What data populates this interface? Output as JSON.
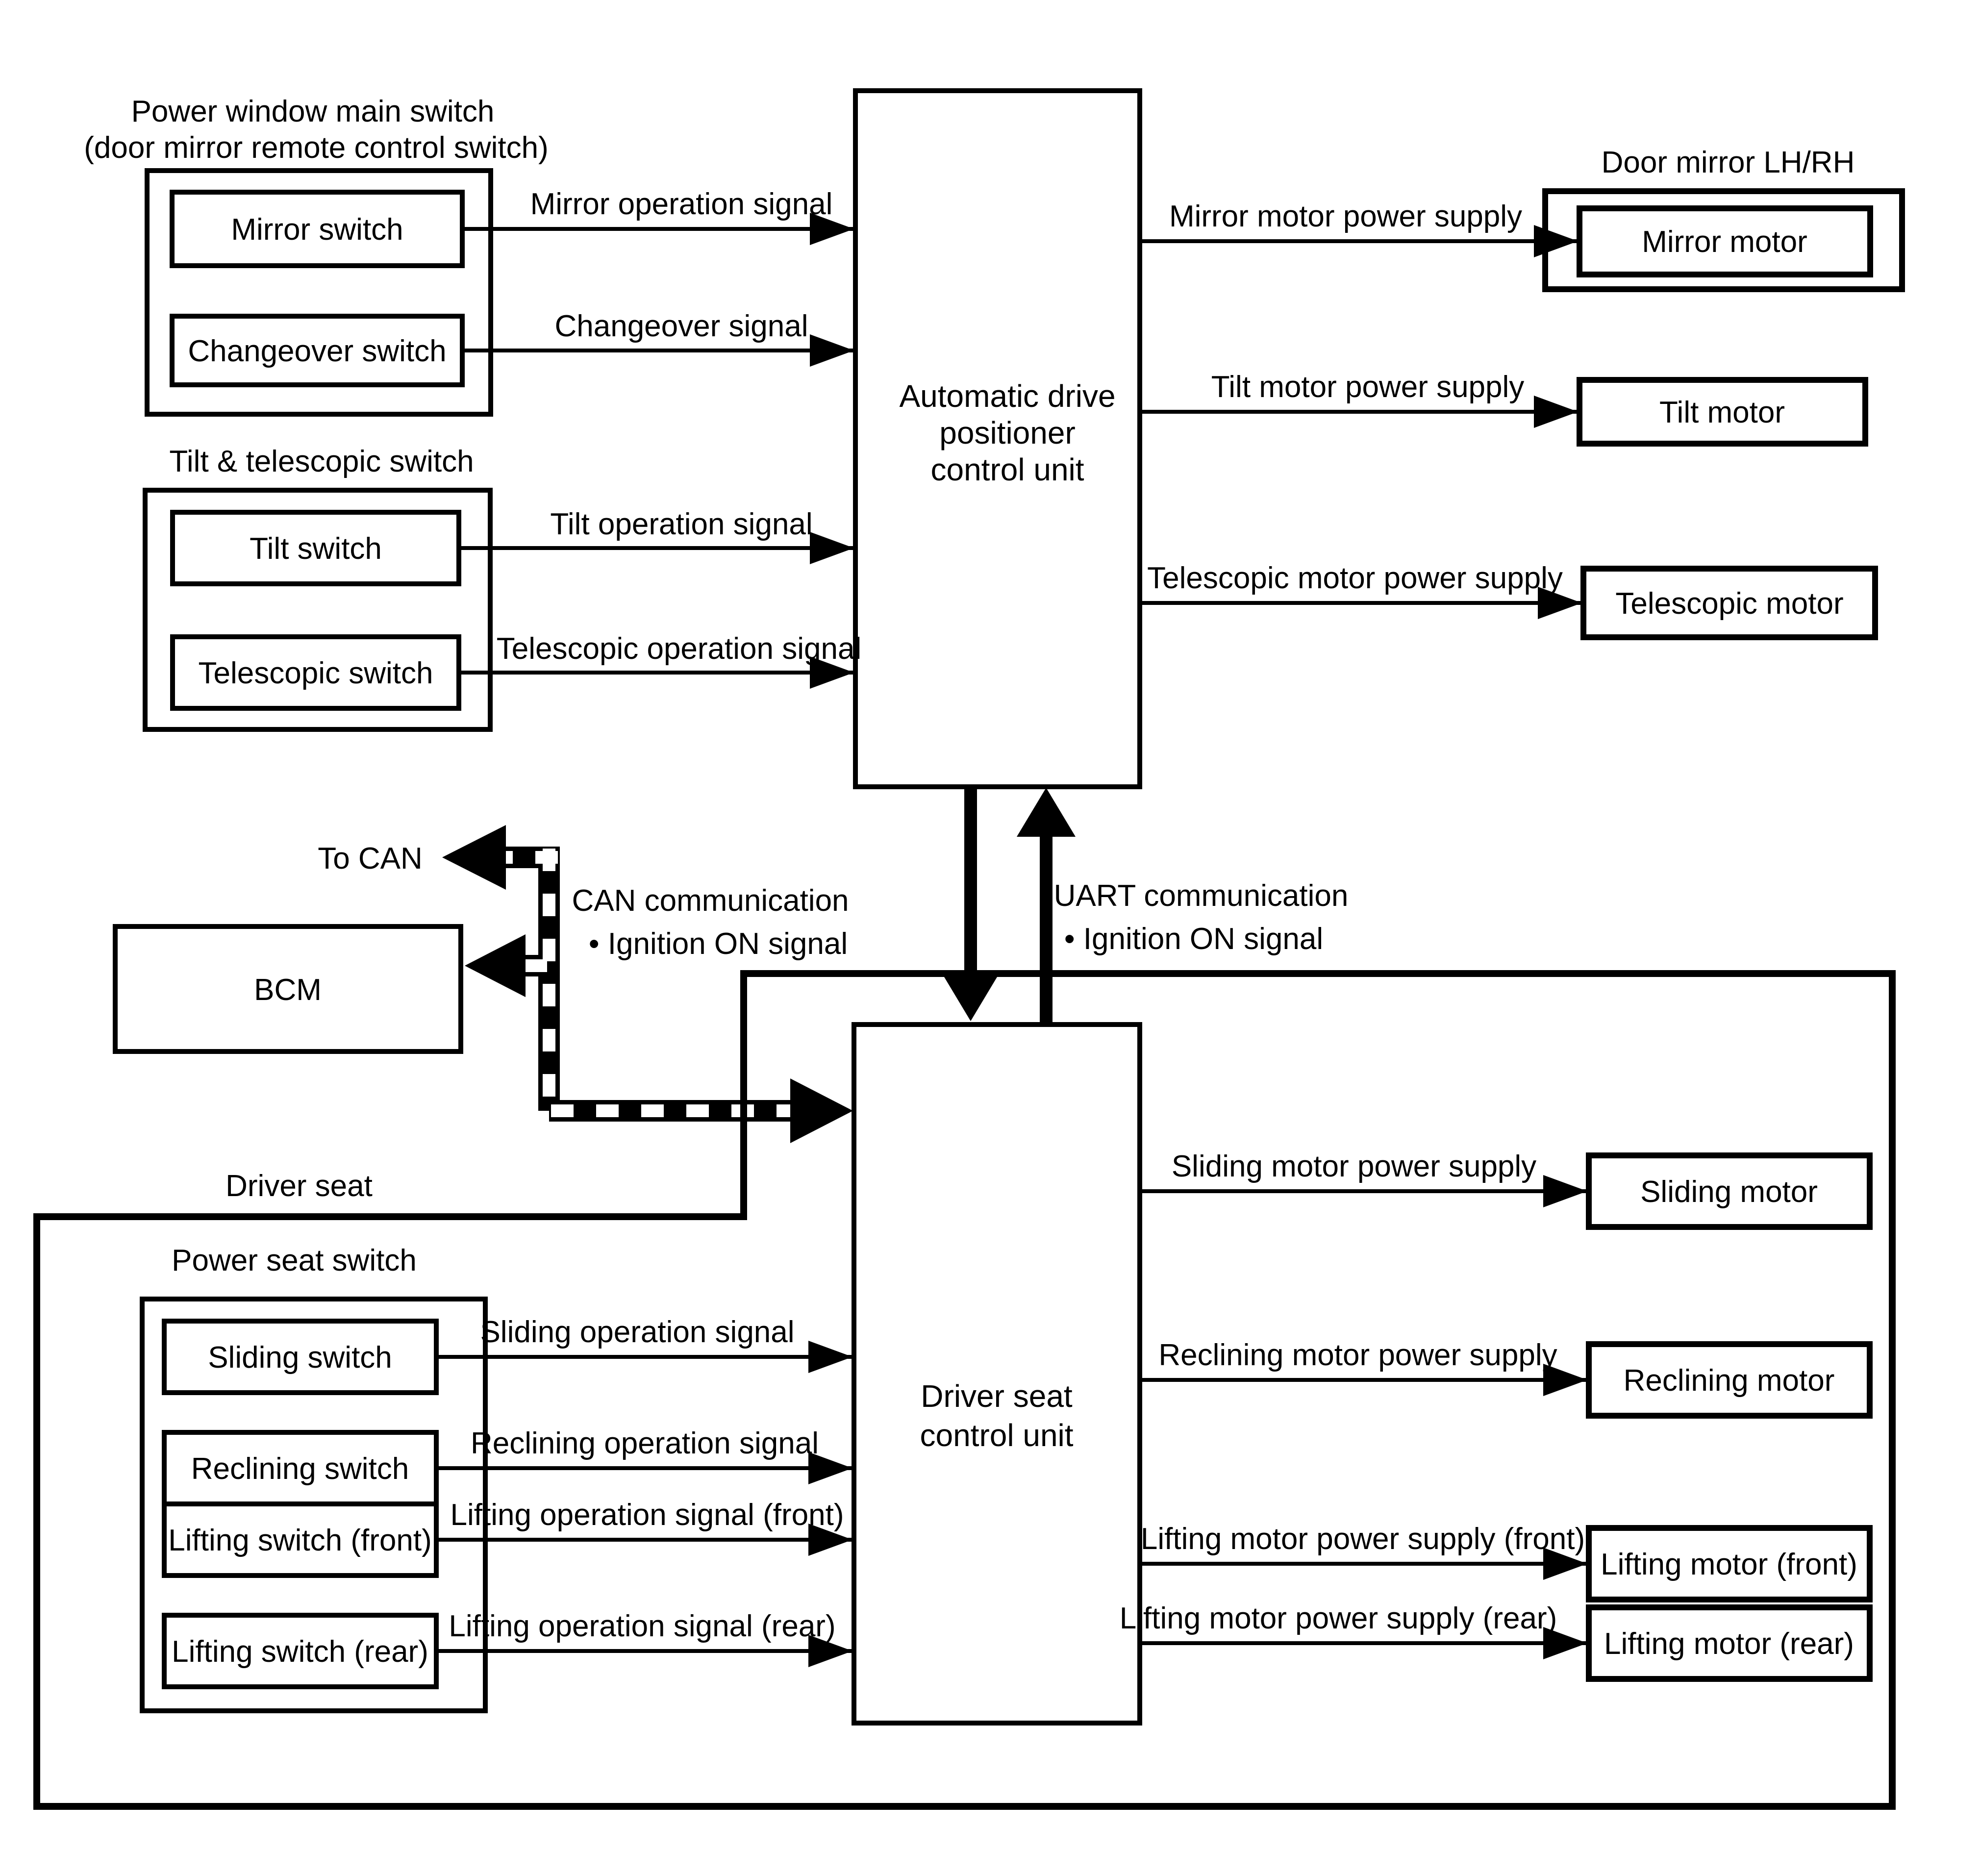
{
  "diagram": {
    "colors": {
      "background": "#ffffff",
      "line": "#000000"
    },
    "blocks": {
      "power_window_main_switch": {
        "title_line1": "Power window main switch",
        "title_line2": "(door mirror remote control switch)",
        "mirror_switch": "Mirror switch",
        "changeover_switch": "Changeover switch"
      },
      "tilt_telescopic_switch": {
        "title": "Tilt & telescopic switch",
        "tilt_switch": "Tilt switch",
        "telescopic_switch": "Telescopic switch"
      },
      "automatic_drive_positioner": {
        "line1": "Automatic drive",
        "line2": "positioner",
        "line3": "control unit"
      },
      "door_mirror": {
        "title": "Door mirror LH/RH",
        "mirror_motor": "Mirror motor"
      },
      "tilt_motor": "Tilt motor",
      "telescopic_motor": "Telescopic motor",
      "to_can": "To CAN",
      "bcm": "BCM",
      "driver_seat": {
        "title": "Driver seat",
        "power_seat_switch_title": "Power seat switch",
        "sliding_switch": "Sliding switch",
        "reclining_switch": "Reclining switch",
        "lifting_switch_front": "Lifting switch (front)",
        "lifting_switch_rear": "Lifting switch (rear)"
      },
      "driver_seat_control_unit": {
        "line1": "Driver seat",
        "line2": "control unit"
      },
      "sliding_motor": "Sliding motor",
      "reclining_motor": "Reclining motor",
      "lifting_motor_front": "Lifting motor (front)",
      "lifting_motor_rear": "Lifting motor (rear)"
    },
    "signals": {
      "mirror_operation": "Mirror operation signal",
      "changeover": "Changeover signal",
      "tilt_operation": "Tilt operation signal",
      "telescopic_operation": "Telescopic operation signal",
      "mirror_motor_supply": "Mirror motor power supply",
      "tilt_motor_supply": "Tilt motor power supply",
      "telescopic_motor_supply": "Telescopic motor power supply",
      "sliding_operation": "Sliding operation signal",
      "reclining_operation": "Reclining operation signal",
      "lifting_operation_front": "Lifting operation signal (front)",
      "lifting_operation_rear": "Lifting operation signal (rear)",
      "sliding_motor_supply": "Sliding motor power supply",
      "reclining_motor_supply": "Reclining motor power supply",
      "lifting_motor_supply_front": "Lifting motor power supply (front)",
      "lifting_motor_supply_rear": "Lifting motor power supply (rear)"
    },
    "communications": {
      "can": {
        "line1": "CAN communication",
        "line2": "• Ignition ON signal"
      },
      "uart": {
        "line1": "UART communication",
        "line2": "• Ignition ON signal"
      }
    }
  }
}
